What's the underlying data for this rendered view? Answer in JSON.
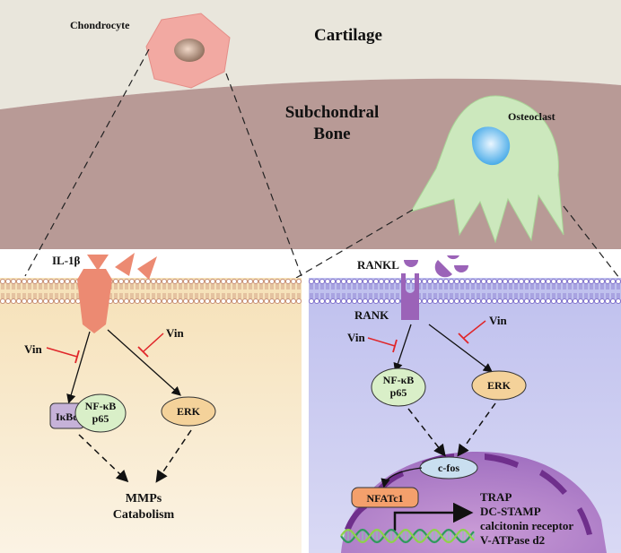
{
  "layers": {
    "cartilage": "Cartilage",
    "subchondral_line1": "Subchondral",
    "subchondral_line2": "Bone"
  },
  "cells": {
    "chondrocyte": "Chondrocyte",
    "osteoclast": "Osteoclast"
  },
  "left_panel": {
    "ligand": "IL-1β",
    "inhibitor_nfkb": "Vin",
    "inhibitor_erk": "Vin",
    "ikba": "IκBα",
    "nfkb_line1": "NF-κB",
    "nfkb_line2": "p65",
    "erk": "ERK",
    "outcome_line1": "MMPs",
    "outcome_line2": "Catabolism"
  },
  "right_panel": {
    "ligand": "RANKL",
    "receptor": "RANK",
    "inhibitor_nfkb": "Vin",
    "inhibitor_erk": "Vin",
    "nfkb_line1": "NF-κB",
    "nfkb_line2": "p65",
    "erk": "ERK",
    "cfos": "c-fos",
    "nfatc1": "NFATc1",
    "genes": [
      "TRAP",
      "DC-STAMP",
      "calcitonin receptor",
      "V-ATPase d2"
    ]
  },
  "colors": {
    "cartilage": "#e9e6dc",
    "bone": "#b89a96",
    "chondrocyte": "#f2a9a2",
    "osteoclast": "#cce8bd",
    "left_panel": "#f8e8c6",
    "right_panel": "#c7c8f0",
    "inhibitor": "#e0262a",
    "il1b": "#ec8a72",
    "rank": "#9b63b8",
    "erk_fill": "#f4d29a",
    "nfkb_fill": "#d9efc8"
  }
}
